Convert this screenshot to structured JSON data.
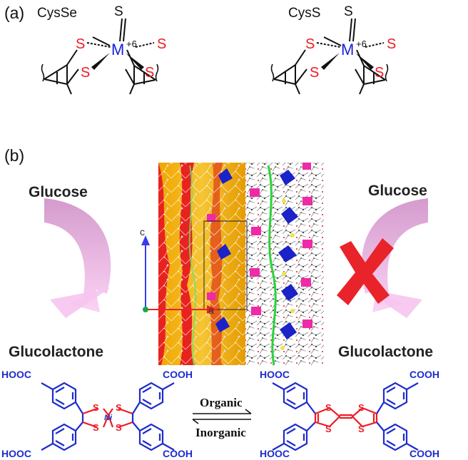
{
  "panel_a": {
    "label": "(a)",
    "left": {
      "apical": "CysSe",
      "oxo": "S",
      "metal": "M",
      "ox": "+6",
      "sulfur": "S"
    },
    "right": {
      "apical": "CysS",
      "oxo": "S",
      "metal": "M",
      "ox": "+6",
      "sulfur": "S"
    }
  },
  "panel_b": {
    "label": "(b)",
    "left_substrate": "Glucose",
    "left_product": "Glucolactone",
    "right_substrate": "Glucose",
    "right_product": "Glucolactone",
    "axis_c": "c",
    "axis_a": "a"
  },
  "equilibrium": {
    "top": "Organic",
    "bottom": "Inorganic"
  },
  "molecules": {
    "cooh": "COOH",
    "hooc": "HOOC",
    "sulfur": "S",
    "nickel": "Ni"
  },
  "colors": {
    "sulfur": "#ee1c24",
    "metal": "#1a22d8",
    "arrow": "#e7a8dc",
    "cross": "#e8232a",
    "molecule": "#1e2ccc"
  }
}
